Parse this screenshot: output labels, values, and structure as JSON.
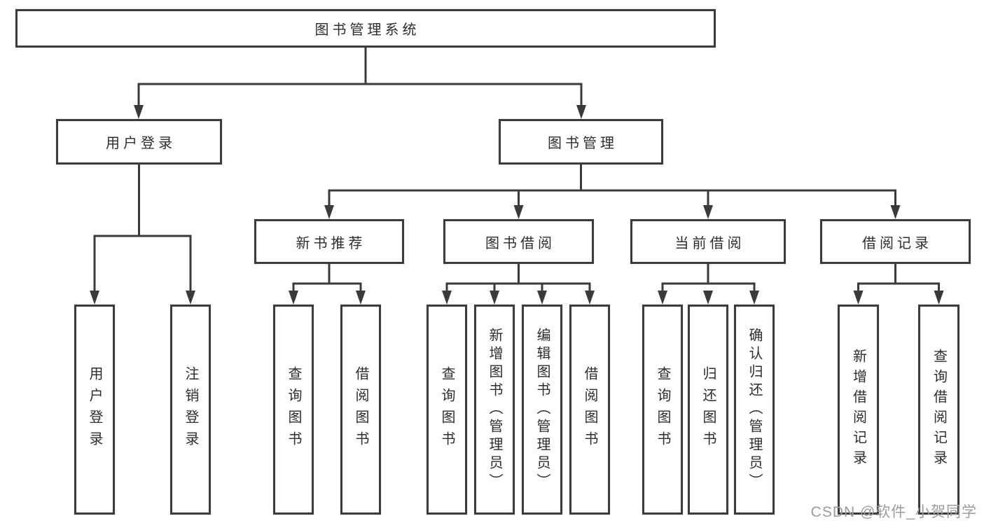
{
  "diagram": {
    "root": {
      "label": "图书管理系统"
    },
    "level2": [
      {
        "label": "用户登录"
      },
      {
        "label": "图书管理"
      }
    ],
    "level3": [
      {
        "label": "新书推荐"
      },
      {
        "label": "图书借阅"
      },
      {
        "label": "当前借阅"
      },
      {
        "label": "借阅记录"
      }
    ],
    "leaves": {
      "user_login": [
        "用户登录",
        "注销登录"
      ],
      "new_book_recommend": [
        "查询图书",
        "借阅图书"
      ],
      "book_borrowing": [
        "查询图书",
        "新增图书（管理员）",
        "编辑图书（管理员）",
        "借阅图书"
      ],
      "current_borrowing": [
        "查询图书",
        "归还图书",
        "确认归还（管理员）"
      ],
      "borrowing_records": [
        "新增借阅记录",
        "查询借阅记录"
      ]
    }
  },
  "watermark": "CSDN @软件_小贺同学",
  "colors": {
    "line": "#3a3a3a",
    "box_border": "#3b3b3b",
    "text": "#2d2d2d",
    "watermark": "#9c9c9c"
  }
}
